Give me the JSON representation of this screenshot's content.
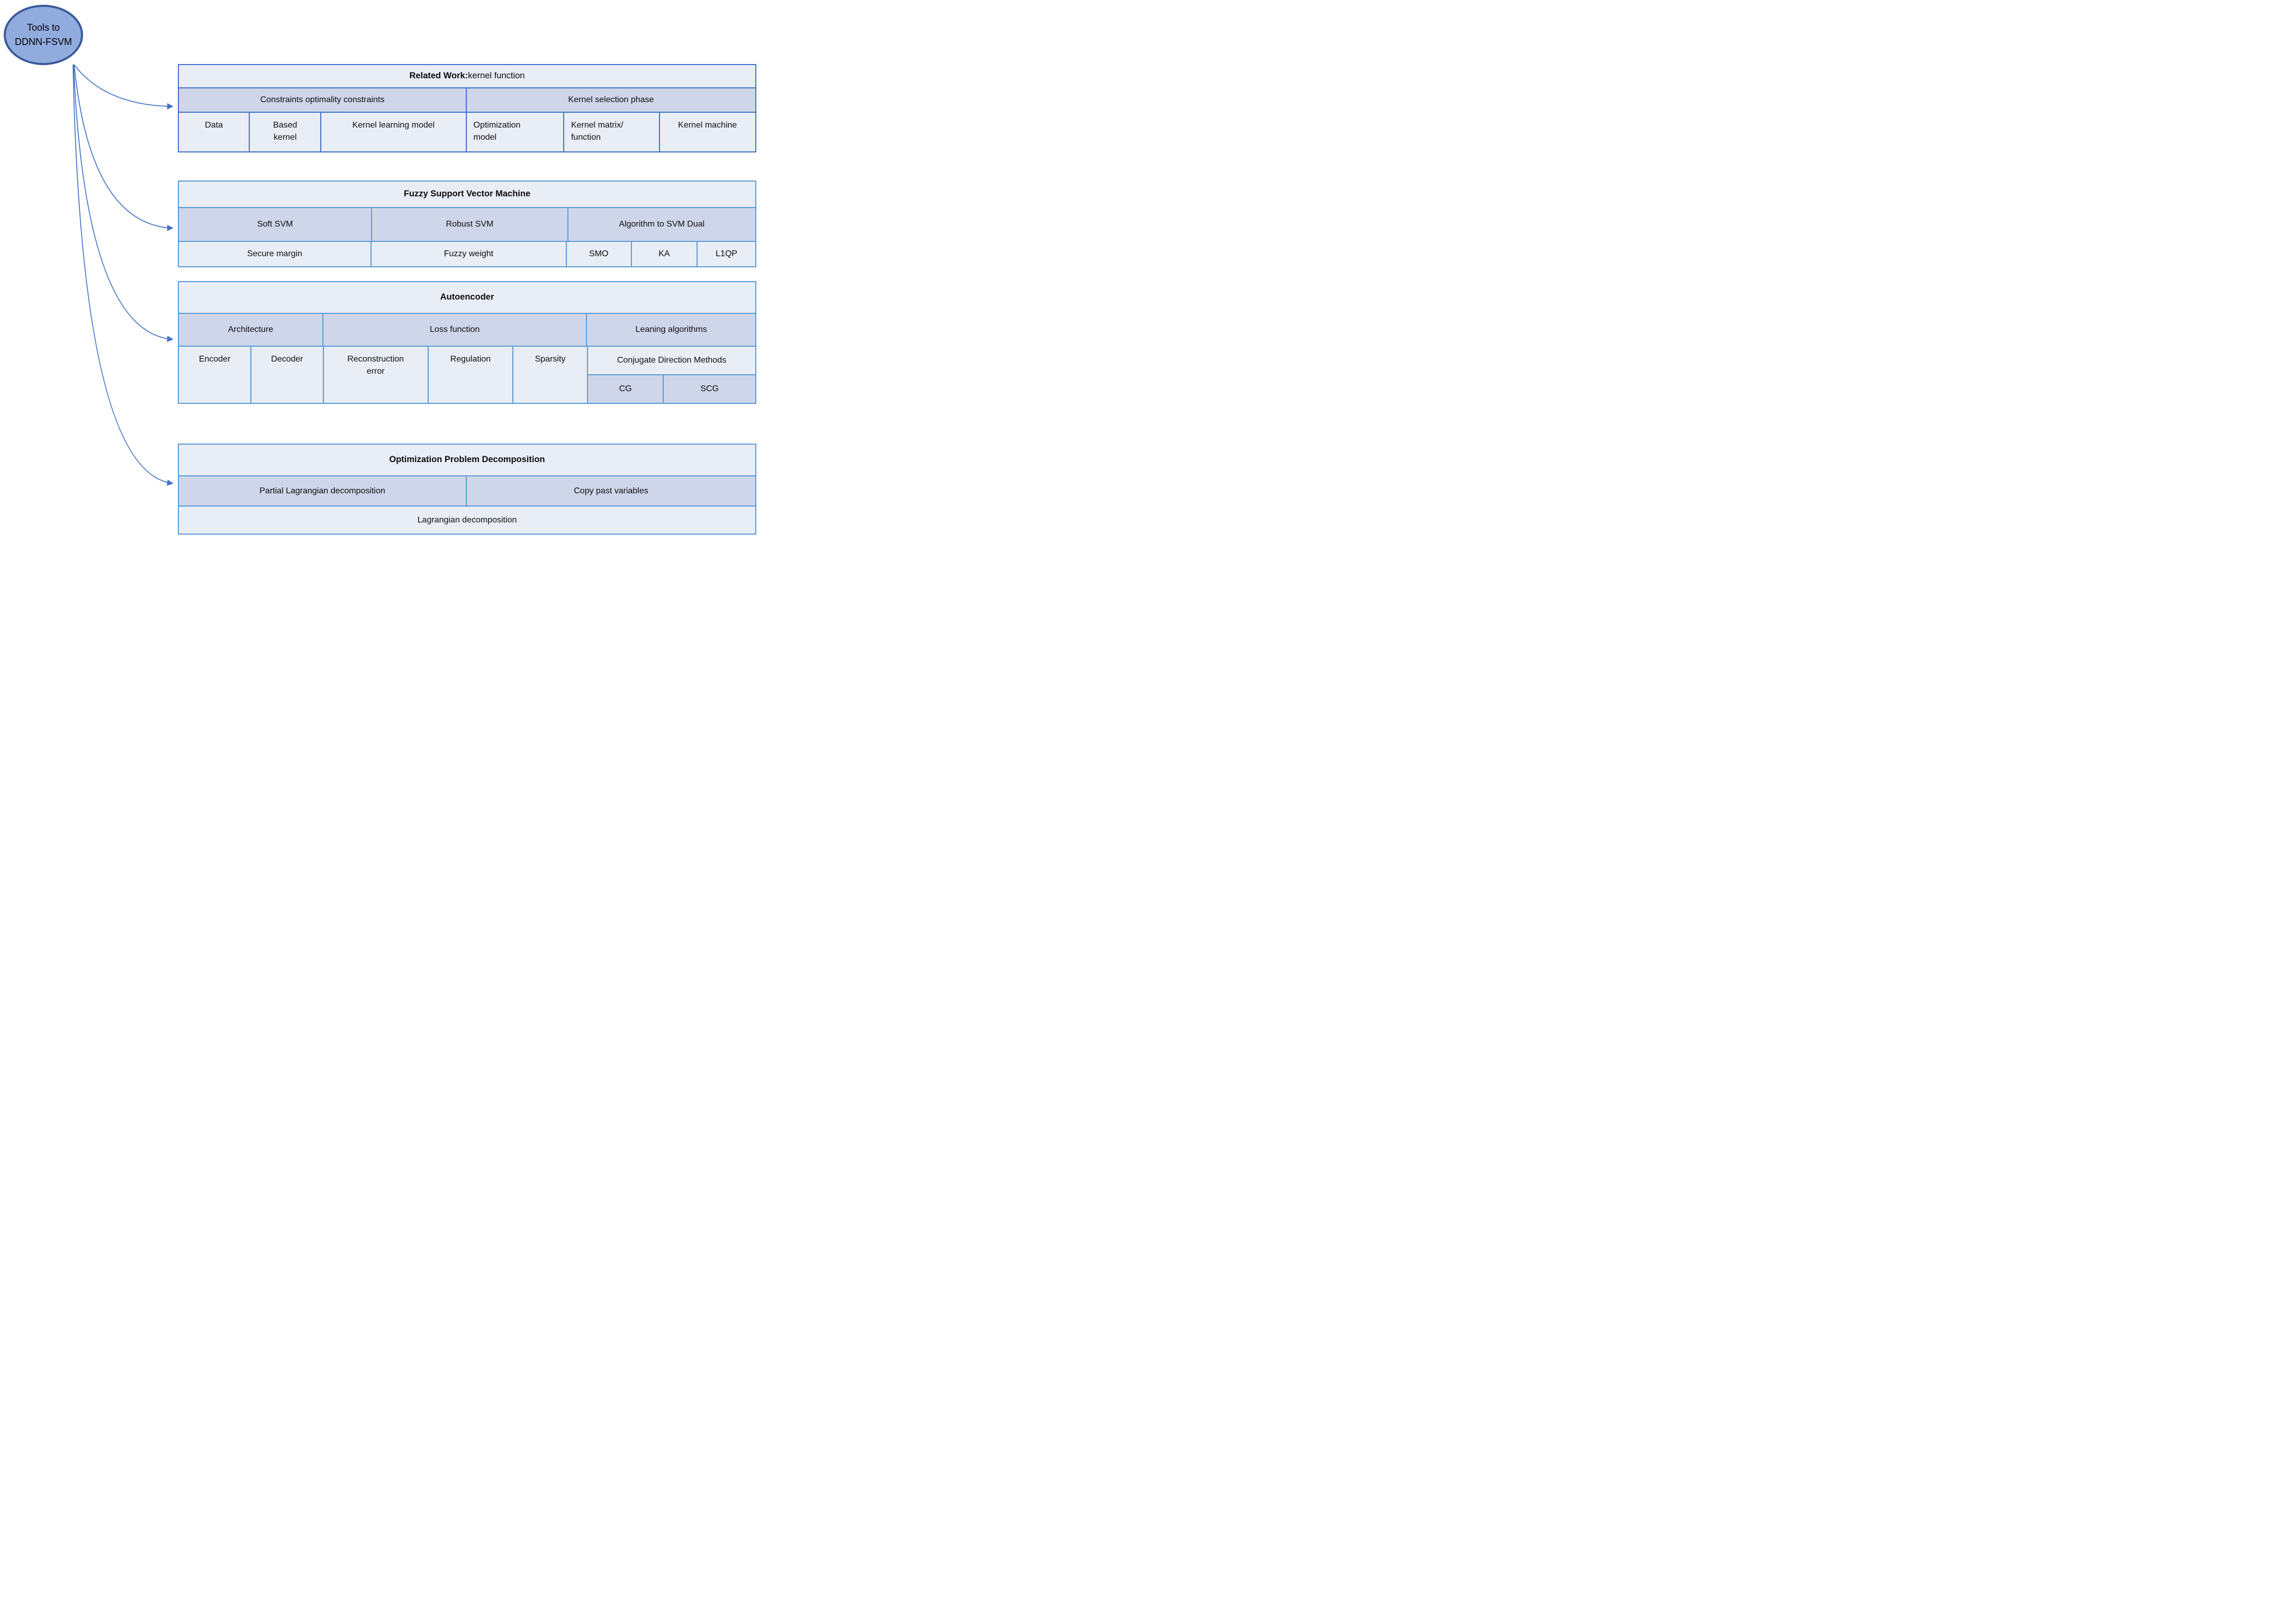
{
  "colors": {
    "table1_border": "#4472C4",
    "table_border": "#5B9BD5",
    "header_fill": "#CFD6EA",
    "row_fill": "#E9EDF6",
    "ellipse_fill": "#92ABDE",
    "ellipse_stroke": "#3B5A9A",
    "arrow": "#4472C4",
    "text": "#0d0d0d"
  },
  "ellipse": {
    "label": "Tools to\nDDNN-FSVM"
  },
  "tables": {
    "related_work": {
      "title_bold": "Related Work:",
      "title_regular": " kernel function",
      "headers": [
        "Constraints optimality constraints",
        "Kernel selection phase"
      ],
      "cells": [
        "Data",
        "Based\nkernel",
        "Kernel learning model",
        "Optimization\nmodel",
        "Kernel matrix/\nfunction",
        "Kernel machine"
      ]
    },
    "fsvm": {
      "title": "Fuzzy Support Vector Machine",
      "headers": [
        "Soft SVM",
        "Robust SVM",
        "Algorithm to SVM Dual"
      ],
      "cells": [
        "Secure margin",
        "Fuzzy weight",
        "SMO",
        "KA",
        "L1QP"
      ]
    },
    "autoencoder": {
      "title": "Autoencoder",
      "headers": [
        "Architecture",
        "Loss function",
        "Leaning algorithms"
      ],
      "cells": [
        "Encoder",
        "Decoder",
        "Reconstruction\nerror",
        "Regulation",
        "Sparsity"
      ],
      "conjugate_group": "Conjugate Direction Methods",
      "conjugate_methods": [
        "CG",
        "SCG"
      ]
    },
    "decomposition": {
      "title": "Optimization Problem Decomposition",
      "headers": [
        "Partial Lagrangian decomposition",
        "Copy past variables"
      ],
      "footer": "Lagrangian decomposition"
    }
  }
}
